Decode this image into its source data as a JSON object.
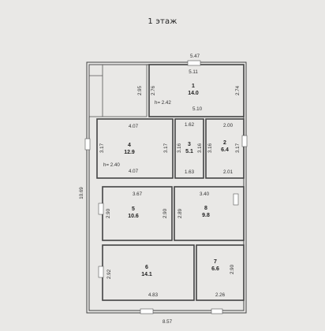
{
  "floor_title": "1 этаж",
  "outer": {
    "top_width": "5.47",
    "bottom_width": "8.57",
    "left_height": "10.69"
  },
  "heights": {
    "porch": "h= 2.42",
    "main": "h= 2.40"
  },
  "porch": {
    "height": "2.95"
  },
  "rooms": [
    {
      "num": "1",
      "area": "14.0",
      "top": "5.11",
      "bottom": "5.10",
      "left": "2.76",
      "right": "2.74"
    },
    {
      "num": "2",
      "area": "6.4",
      "top": "2.00",
      "bottom": "2.01",
      "left": "3.16",
      "right": "3.17"
    },
    {
      "num": "3",
      "area": "5.1",
      "top": "1.62",
      "bottom": "1.63",
      "left": "3.16",
      "right": "3.16"
    },
    {
      "num": "4",
      "area": "12.9",
      "top": "4.07",
      "bottom": "4.07",
      "left": "3.17",
      "right": "3.17"
    },
    {
      "num": "5",
      "area": "10.6",
      "top": "3.67",
      "left": "2.90",
      "right": "2.90"
    },
    {
      "num": "8",
      "area": "9.8",
      "top": "3.40",
      "left": "2.89"
    },
    {
      "num": "6",
      "area": "14.1",
      "bottom": "4.83",
      "left": "2.92"
    },
    {
      "num": "7",
      "area": "6.6",
      "bottom": "2.26",
      "right": "2.90"
    }
  ]
}
